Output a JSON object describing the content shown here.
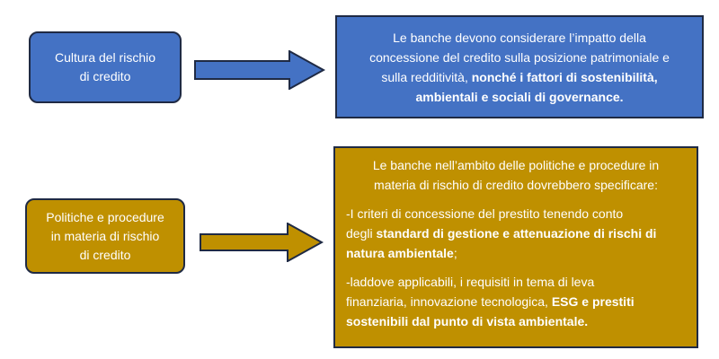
{
  "colors": {
    "blue": "#4472c4",
    "gold": "#bf9000",
    "outline": "#1f2a44",
    "text": "#ffffff"
  },
  "row1": {
    "box": {
      "line1": "Cultura del rischio",
      "line2": "di credito"
    },
    "panel": {
      "lines": [
        "Le banche devono considerare l’impatto della",
        "concessione del credito sulla posizione patrimoniale e"
      ],
      "line3_plain": "sulla redditività, ",
      "line3_bold": "nonché i fattori di sostenibilità,",
      "line4_bold": "ambientali e sociali di governance."
    }
  },
  "row2": {
    "box": {
      "line1": "Politiche e procedure",
      "line2": "in materia di rischio",
      "line3": "di credito"
    },
    "panel": {
      "intro1": "Le banche nell’ambito delle politiche e procedure in",
      "intro2": "materia di rischio di credito dovrebbero specificare:",
      "item1": {
        "line1": "-I criteri di concessione del prestito tenendo conto",
        "line2_plain": "degli ",
        "line2_bold": "standard di gestione e attenuazione di rischi di",
        "line3_bold": "natura ambientale",
        "line3_plain": ";"
      },
      "item2": {
        "line1": "-laddove applicabili, i requisiti in tema di leva",
        "line2_plain": "finanziaria, innovazione tecnologica, ",
        "line2_bold": "ESG e prestiti",
        "line3_bold": "sostenibili dal punto di vista ambientale."
      }
    }
  }
}
